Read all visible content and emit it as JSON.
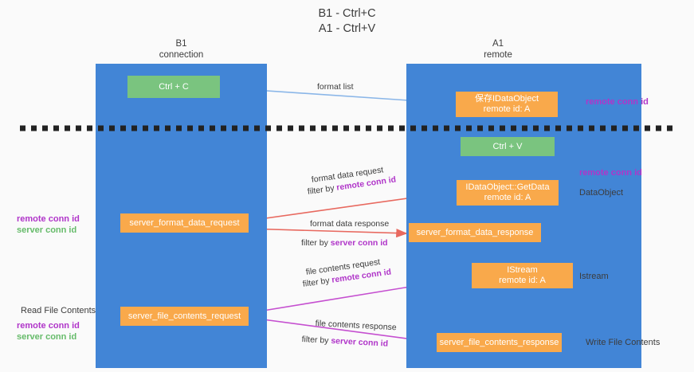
{
  "diagram": {
    "title": "B1 - Ctrl+C\nA1 - Ctrl+V",
    "columns": [
      {
        "name": "left-column",
        "heading": "B1\nconnection"
      },
      {
        "name": "right-column",
        "heading": "A1\nremote"
      }
    ],
    "nodes": {
      "ctrl_c": "Ctrl + C",
      "save_idataobject": "保存IDataObject\nremote id: A",
      "ctrl_v": "Ctrl + V",
      "idataobject_getdata": "IDataObject::GetData\nremote id: A",
      "server_format_data_request": "server_format_data_request",
      "server_format_data_response": "server_format_data_response",
      "istream": "IStream\nremote id: A",
      "server_file_contents_request": "server_file_contents_request",
      "server_file_contents_response": "server_file_contents_response"
    },
    "right_labels": {
      "remote_conn_id_top": "remote conn id",
      "remote_conn_id_mid": "remote conn id",
      "dataobject": "DataObject",
      "istream": "Istream",
      "write_file_contents": "Write File Contents"
    },
    "left_labels": {
      "ids_top_remote": "remote conn id",
      "ids_top_server": "server conn id",
      "read_file_contents": "Read File Contents",
      "ids_bottom_remote": "remote conn id",
      "ids_bottom_server": "server conn id"
    },
    "edges": {
      "format_list": "format list",
      "format_data_request": "format data request",
      "format_data_request_filter_prefix": "filter by ",
      "format_data_request_filter_key": "remote conn id",
      "format_data_response": "format data response",
      "format_data_response_filter_prefix": "filter by ",
      "format_data_response_filter_key": "server conn id",
      "file_contents_request": "file contents request",
      "file_contents_request_filter_prefix": "filter by ",
      "file_contents_request_filter_key": "remote conn id",
      "file_contents_response": "file contents response",
      "file_contents_response_filter_prefix": "filter by ",
      "file_contents_response_filter_key": "server conn id"
    },
    "colors": {
      "column": "#4285d6",
      "node_orange": "#f9a94b",
      "node_green": "#7ac47f",
      "accent_purple": "#b035c9",
      "accent_green": "#66bb6a",
      "arrow_blue": "#8ab6e8",
      "arrow_red": "#e8695f",
      "arrow_magenta": "#c54fd0",
      "arrow_black": "#111111",
      "divider": "#222222",
      "background": "#fafafa"
    }
  }
}
